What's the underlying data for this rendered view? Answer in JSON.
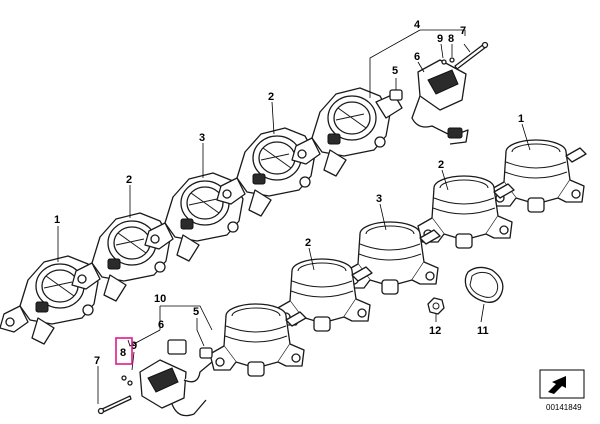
{
  "parts": {
    "p1a": "1",
    "p2a": "2",
    "p3a": "3",
    "p2b": "2",
    "p4": "4",
    "p9a": "9",
    "p8a": "8",
    "p7a": "7",
    "p6a": "6",
    "p5a": "5",
    "p1b": "1",
    "p2c": "2",
    "p3b": "3",
    "p2d": "2",
    "p10": "10",
    "p6b": "6",
    "p5b": "5",
    "p9b": "9",
    "p8b": "8",
    "p7b": "7",
    "p12": "12",
    "p11": "11"
  },
  "reference_number": "00141849",
  "highlight_color": "#e0198c",
  "icons": {
    "nav_arrow": "arrow-icon"
  }
}
